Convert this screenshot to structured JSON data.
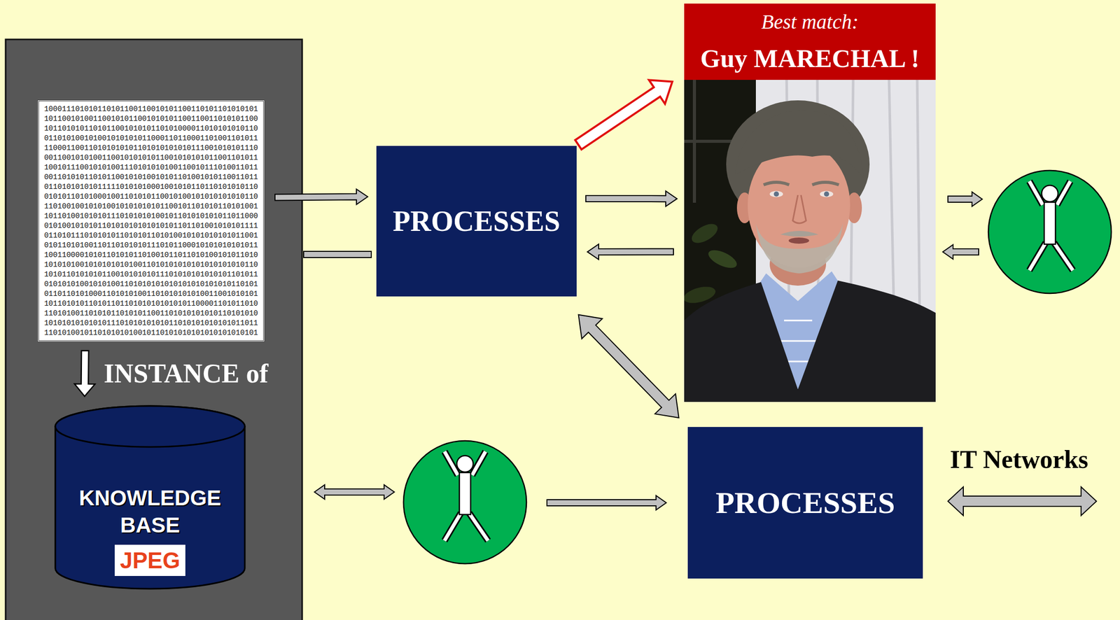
{
  "diagram": {
    "nodes": [
      {
        "text": [
          "100011101010110101100110010101100110101101010101 101100101001100101011001010101100110011010101100 101101010110101100101010110101000011010101010110 011010100101001010101011000110110001101001101011 110001100110101010101101010101010111001010101110 001100101010011001010101011001010101011001101011 100101110010101001110101010100110010111010011011 001101010110101100101010010101101001010110011011 011010101010111110101010001001010110110101010110 010101101010001001101010110010100101010101010110 110100100101010010101010101100101101010110101001 101101001010101110101010100101101010101011011000 010100101010110101010101010101101101001010101111 011010111010101011010101101010010101010101011001 010110101001101101010101110101100010101010101011 100110000101011010101101001011011010100101011010 101010100101010101010011010101010101010101010110 101011010101011001010101011101010101010101101011 010101010010101001101010101010101010101010110101 011011010100011010101001101010101010011001010101 101101010110101101101010101010101100001101011010 110101001101010110101011001101010101010110101010 101010101010101110101010101011010101010101011011 110101001011010101010010110101010101010101010101"
        ]
      },
      {
        "text": [
          "PROCESSES"
        ]
      },
      {
        "text": [
          "Best match:",
          "Guy MARECHAL !"
        ]
      },
      {
        "text": [
          "KNOWLEDGE BASE",
          "JPEG"
        ]
      },
      {
        "text": [
          "PROCESSES"
        ]
      }
    ],
    "edges": [
      {
        "from": 0,
        "to": 1,
        "arrow": "to"
      },
      {
        "from": 0,
        "to": 3,
        "arrow": "to",
        "label": "INSTANCE of"
      },
      {
        "from": 1,
        "to": 2,
        "arrow": "to"
      },
      {
        "from": 2,
        "to": 1,
        "arrow": "to"
      },
      {
        "from": 1,
        "to": 2,
        "arrow": "to"
      },
      {
        "from": 1,
        "to": 4,
        "arrow": "both"
      }
    ],
    "labels": [
      "IT Networks"
    ]
  }
}
